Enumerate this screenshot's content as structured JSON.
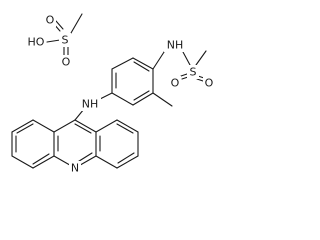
{
  "structure": {
    "methanesulfonic_acid": {
      "hydroxyl_label": "HO",
      "sulfur_label": "S",
      "oxygen_top_label": "O",
      "oxygen_bottom_label": "O"
    },
    "sulfonamide": {
      "nh_label": "NH",
      "sulfur_label": "S",
      "oxygen_left_label": "O",
      "oxygen_right_label": "O"
    },
    "amine": {
      "nh_label": "NH"
    },
    "acridine": {
      "ring_nitrogen_label": "N"
    }
  }
}
